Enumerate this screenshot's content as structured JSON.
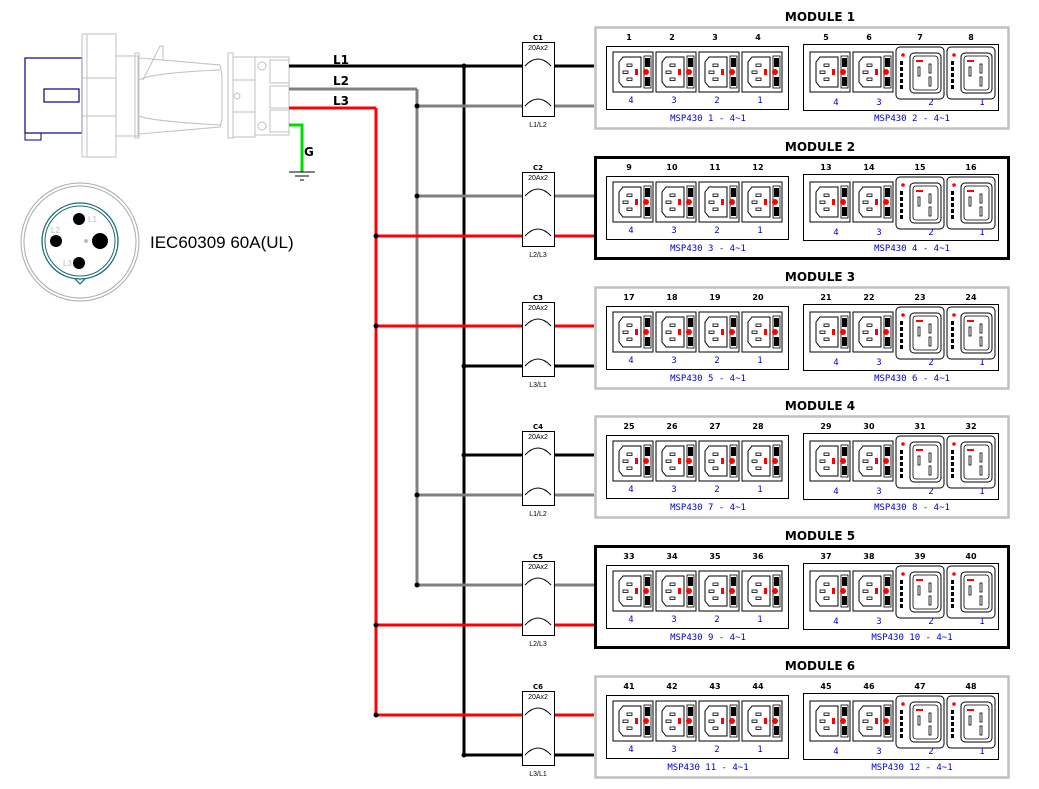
{
  "colors": {
    "L1": "#000000",
    "L2": "#808080",
    "L3": "#ff0000",
    "ground": "#00dd00",
    "label_blue": "#0000cc",
    "module_border_light": "#c0c0c0",
    "module_border_dark": "#000000"
  },
  "inlet": {
    "label": "IEC60309 60A(UL)",
    "wires": [
      "L1",
      "L2",
      "L3"
    ],
    "ground_label": "G",
    "pin_labels": [
      "L1",
      "L2",
      "L3"
    ]
  },
  "breakers": [
    {
      "name": "C1",
      "rating": "20Ax2",
      "phases": "L1/L2",
      "top": "L1",
      "bottom": "L2"
    },
    {
      "name": "C2",
      "rating": "20Ax2",
      "phases": "L2/L3",
      "top": "L2",
      "bottom": "L3"
    },
    {
      "name": "C3",
      "rating": "20Ax2",
      "phases": "L3/L1",
      "top": "L3",
      "bottom": "L1"
    },
    {
      "name": "C4",
      "rating": "20Ax2",
      "phases": "L1/L2",
      "top": "L1",
      "bottom": "L2"
    },
    {
      "name": "C5",
      "rating": "20Ax2",
      "phases": "L2/L3",
      "top": "L2",
      "bottom": "L3"
    },
    {
      "name": "C6",
      "rating": "20Ax2",
      "phases": "L3/L1",
      "top": "L3",
      "bottom": "L1"
    }
  ],
  "modules": [
    {
      "title": "MODULE 1",
      "border": "light",
      "units": [
        {
          "label": "MSP430  1  -  4~1",
          "outlets": [
            "1",
            "2",
            "3",
            "4"
          ],
          "positions": [
            "4",
            "3",
            "2",
            "1"
          ]
        },
        {
          "label": "MSP430  2  -  4~1",
          "outlets": [
            "5",
            "6",
            "7",
            "8"
          ],
          "positions": [
            "4",
            "3",
            "2",
            "1"
          ]
        }
      ]
    },
    {
      "title": "MODULE 2",
      "border": "dark",
      "units": [
        {
          "label": "MSP430  3  -  4~1",
          "outlets": [
            "9",
            "10",
            "11",
            "12"
          ],
          "positions": [
            "4",
            "3",
            "2",
            "1"
          ]
        },
        {
          "label": "MSP430  4  -  4~1",
          "outlets": [
            "13",
            "14",
            "15",
            "16"
          ],
          "positions": [
            "4",
            "3",
            "2",
            "1"
          ]
        }
      ]
    },
    {
      "title": "MODULE 3",
      "border": "light",
      "units": [
        {
          "label": "MSP430  5  -  4~1",
          "outlets": [
            "17",
            "18",
            "19",
            "20"
          ],
          "positions": [
            "4",
            "3",
            "2",
            "1"
          ]
        },
        {
          "label": "MSP430  6  -  4~1",
          "outlets": [
            "21",
            "22",
            "23",
            "24"
          ],
          "positions": [
            "4",
            "3",
            "2",
            "1"
          ]
        }
      ]
    },
    {
      "title": "MODULE 4",
      "border": "light",
      "units": [
        {
          "label": "MSP430  7  -  4~1",
          "outlets": [
            "25",
            "26",
            "27",
            "28"
          ],
          "positions": [
            "4",
            "3",
            "2",
            "1"
          ]
        },
        {
          "label": "MSP430  8  -  4~1",
          "outlets": [
            "29",
            "30",
            "31",
            "32"
          ],
          "positions": [
            "4",
            "3",
            "2",
            "1"
          ]
        }
      ]
    },
    {
      "title": "MODULE 5",
      "border": "dark",
      "units": [
        {
          "label": "MSP430  9  -  4~1",
          "outlets": [
            "33",
            "34",
            "35",
            "36"
          ],
          "positions": [
            "4",
            "3",
            "2",
            "1"
          ]
        },
        {
          "label": "MSP430  10  -  4~1",
          "outlets": [
            "37",
            "38",
            "39",
            "40"
          ],
          "positions": [
            "4",
            "3",
            "2",
            "1"
          ]
        }
      ]
    },
    {
      "title": "MODULE 6",
      "border": "light",
      "units": [
        {
          "label": "MSP430  11  -  4~1",
          "outlets": [
            "41",
            "42",
            "43",
            "44"
          ],
          "positions": [
            "4",
            "3",
            "2",
            "1"
          ]
        },
        {
          "label": "MSP430  12  -  4~1",
          "outlets": [
            "45",
            "46",
            "47",
            "48"
          ],
          "positions": [
            "4",
            "3",
            "2",
            "1"
          ]
        }
      ]
    }
  ]
}
